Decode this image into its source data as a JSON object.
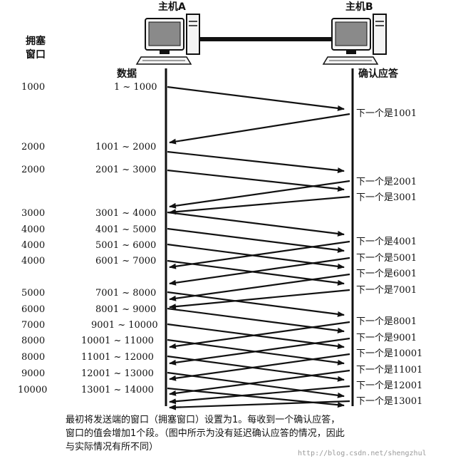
{
  "hosts": {
    "a_label": "主机A",
    "b_label": "主机B"
  },
  "headers": {
    "cwnd_line1": "拥塞",
    "cwnd_line2": "窗口",
    "data": "数据",
    "ack": "确认应答"
  },
  "rows": [
    {
      "cwnd": "1000",
      "data": "1 ~ 1000"
    },
    {
      "cwnd": "2000",
      "data": "1001 ~ 2000"
    },
    {
      "cwnd": "2000",
      "data": "2001 ~ 3000"
    },
    {
      "cwnd": "3000",
      "data": "3001 ~ 4000"
    },
    {
      "cwnd": "4000",
      "data": "4001 ~ 5000"
    },
    {
      "cwnd": "4000",
      "data": "5001 ~ 6000"
    },
    {
      "cwnd": "4000",
      "data": "6001 ~ 7000"
    },
    {
      "cwnd": "5000",
      "data": "7001 ~ 8000"
    },
    {
      "cwnd": "6000",
      "data": "8001 ~ 9000"
    },
    {
      "cwnd": "7000",
      "data": "9001 ~ 10000"
    },
    {
      "cwnd": "8000",
      "data": "10001 ~ 11000"
    },
    {
      "cwnd": "8000",
      "data": "11001 ~ 12000"
    },
    {
      "cwnd": "9000",
      "data": "12001 ~ 13000"
    },
    {
      "cwnd": "10000",
      "data": "13001 ~ 14000"
    }
  ],
  "acks": [
    "下一个是1001",
    "下一个是2001",
    "下一个是3001",
    "下一个是4001",
    "下一个是5001",
    "下一个是6001",
    "下一个是7001",
    "下一个是8001",
    "下一个是9001",
    "下一个是10001",
    "下一个是11001",
    "下一个是12001",
    "下一个是13001"
  ],
  "caption": {
    "line1": "最初将发送端的窗口（拥塞窗口）设置为1。每收到一个确认应答，",
    "line2": "窗口的值会增加1个段。（图中所示为没有延迟确认应答的情况，因此",
    "line3": "与实际情况有所不同）"
  },
  "watermark": "http://blog.csdn.net/shengzhul",
  "icons": {
    "host_a": "computer-icon",
    "host_b": "computer-icon"
  },
  "colors": {
    "ink": "#111111",
    "screen": "#8a8a8a",
    "watermark": "#9a9a9a"
  }
}
